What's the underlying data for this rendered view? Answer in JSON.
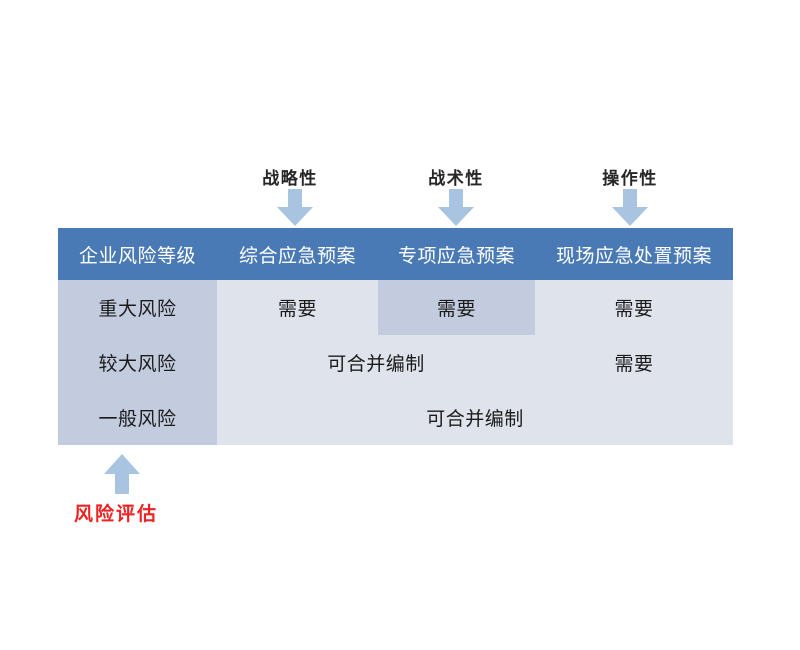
{
  "figure": {
    "type": "table-diagram",
    "background_color": "#ffffff",
    "accent_header_color": "#4a7ab5",
    "row_head_color": "#c3cbde",
    "body_cell_color": "#dfe3ec",
    "arrow_color": "#a8c4e0",
    "highlight_note_color": "#ee2222"
  },
  "annotations": {
    "top": [
      {
        "label": "战略性",
        "icon": "arrow-down-icon",
        "target_column": "综合应急预案"
      },
      {
        "label": "战术性",
        "icon": "arrow-down-icon",
        "target_column": "专项应急预案"
      },
      {
        "label": "操作性",
        "icon": "arrow-down-icon",
        "target_column": "现场应急处置预案"
      }
    ],
    "bottom": {
      "label": "风险评估",
      "icon": "arrow-up-icon",
      "target_column": "企业风险等级",
      "color": "#ee2222"
    }
  },
  "table": {
    "columns": [
      "企业风险等级",
      "综合应急预案",
      "专项应急预案",
      "现场应急处置预案"
    ],
    "rows": [
      {
        "level": "重大风险",
        "cells": [
          {
            "text": "需要",
            "span": 1,
            "highlight": false
          },
          {
            "text": "需要",
            "span": 1,
            "highlight": true
          },
          {
            "text": "需要",
            "span": 1,
            "highlight": false
          }
        ]
      },
      {
        "level": "较大风险",
        "cells": [
          {
            "text": "可合并编制",
            "span": 2,
            "highlight": false
          },
          {
            "text": "需要",
            "span": 1,
            "highlight": false
          }
        ]
      },
      {
        "level": "一般风险",
        "cells": [
          {
            "text": "可合并编制",
            "span": 3,
            "highlight": false
          }
        ]
      }
    ]
  }
}
